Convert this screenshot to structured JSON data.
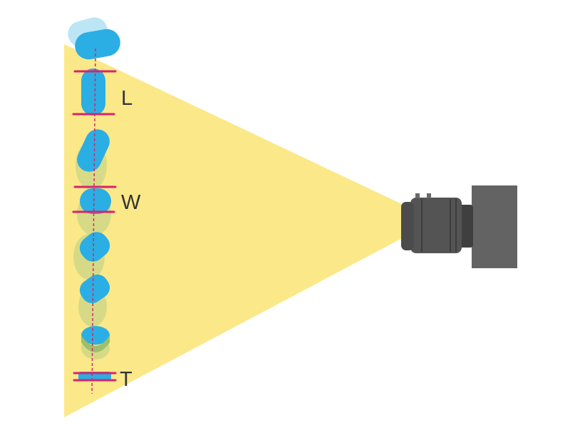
{
  "labels": {
    "length": "L",
    "width": "W",
    "thickness": "T"
  },
  "colors": {
    "light_cone": "#fbe889",
    "pill_main": "#2baee3",
    "pill_light": "#8fd6ef",
    "pill_shadow": "#b9cf86",
    "marker": "#d8246b",
    "camera_body": "#636363",
    "camera_lens": "#4b4b4b",
    "label_text": "#333333"
  },
  "icons": {
    "camera": "industrial-camera-icon",
    "pill": "tablet-pill-icon"
  }
}
